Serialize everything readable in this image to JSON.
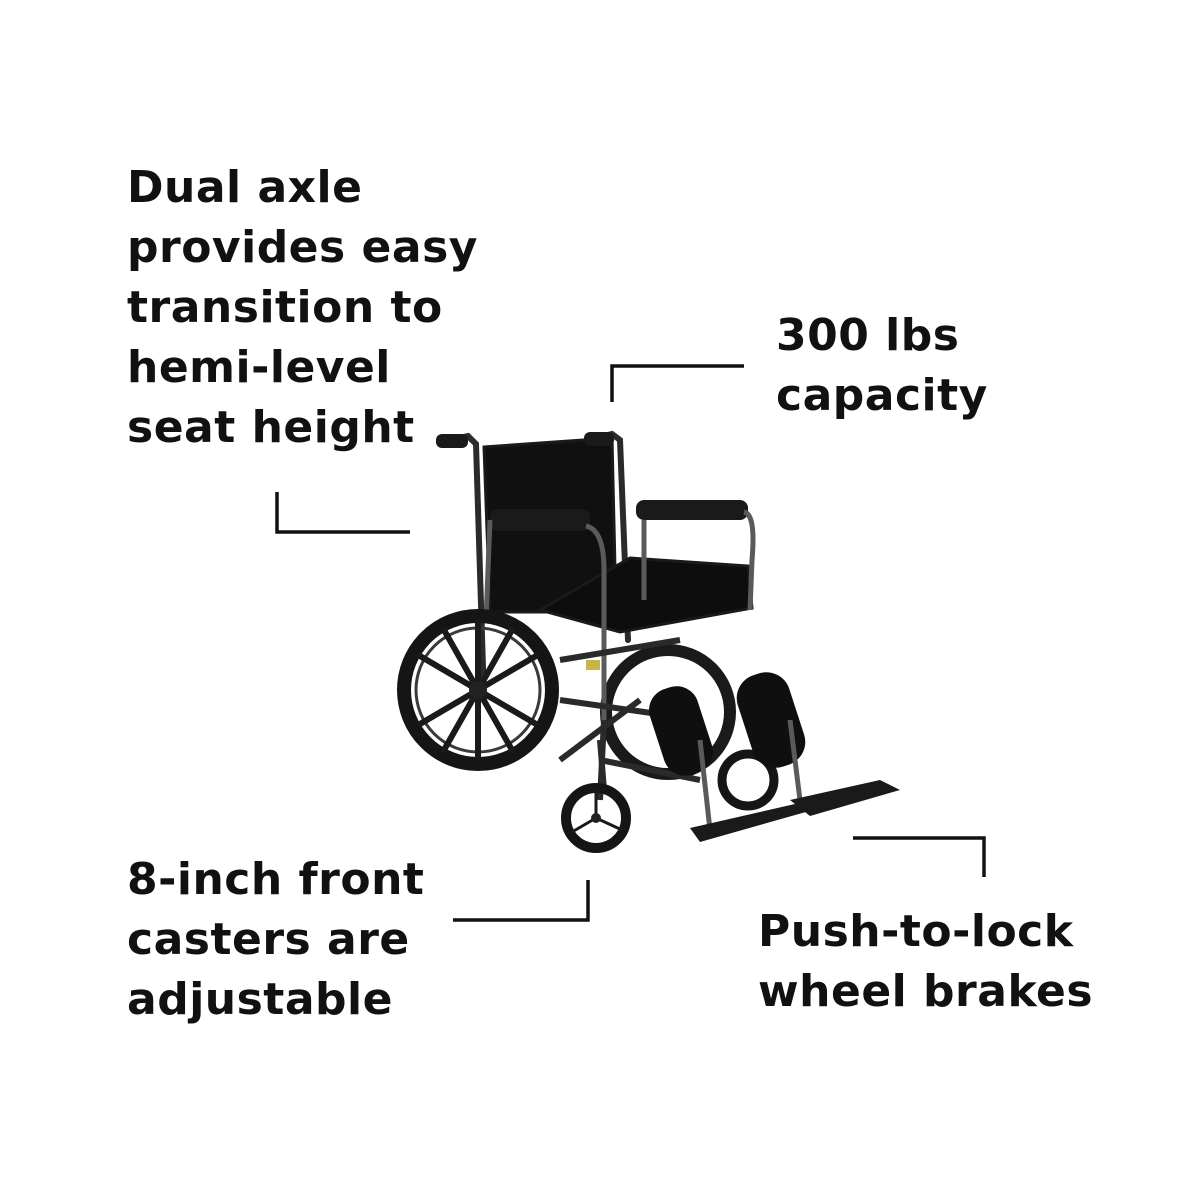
{
  "colors": {
    "background": "#ffffff",
    "text": "#111111",
    "frame": "#1a1a1a",
    "chrome": "#8a8a8a",
    "upholstery": "#101010"
  },
  "callouts": {
    "axle": {
      "lines": [
        "Dual axle",
        "provides easy",
        "transition to",
        "hemi-level",
        "seat height"
      ]
    },
    "capacity": {
      "lines": [
        "300 lbs",
        "capacity"
      ]
    },
    "casters": {
      "lines": [
        "8-inch front",
        "casters are",
        "adjustable"
      ]
    },
    "brakes": {
      "lines": [
        "Push-to-lock",
        "wheel brakes"
      ]
    }
  },
  "product": {
    "image": "wheelchair-illustration"
  }
}
